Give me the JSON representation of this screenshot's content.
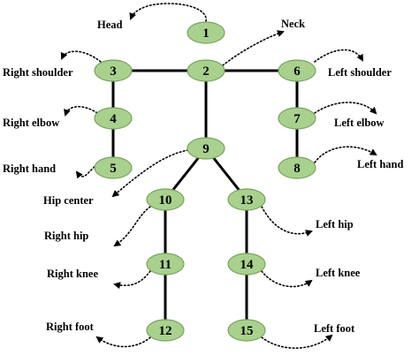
{
  "joints": [
    {
      "id": "1",
      "label": "Head"
    },
    {
      "id": "2",
      "label": "Neck"
    },
    {
      "id": "3",
      "label": "Right shoulder"
    },
    {
      "id": "4",
      "label": "Right elbow"
    },
    {
      "id": "5",
      "label": "Right hand"
    },
    {
      "id": "6",
      "label": "Left shoulder"
    },
    {
      "id": "7",
      "label": "Left elbow"
    },
    {
      "id": "8",
      "label": "Left hand"
    },
    {
      "id": "9",
      "label": "Hip center"
    },
    {
      "id": "10",
      "label": "Right hip"
    },
    {
      "id": "11",
      "label": "Right knee"
    },
    {
      "id": "12",
      "label": "Right foot"
    },
    {
      "id": "13",
      "label": "Left hip"
    },
    {
      "id": "14",
      "label": "Left knee"
    },
    {
      "id": "15",
      "label": "Left foot"
    }
  ],
  "bones": [
    [
      "2",
      "3"
    ],
    [
      "2",
      "6"
    ],
    [
      "2",
      "9"
    ],
    [
      "3",
      "4"
    ],
    [
      "4",
      "5"
    ],
    [
      "6",
      "7"
    ],
    [
      "7",
      "8"
    ],
    [
      "9",
      "10"
    ],
    [
      "9",
      "13"
    ],
    [
      "10",
      "11"
    ],
    [
      "11",
      "12"
    ],
    [
      "13",
      "14"
    ],
    [
      "14",
      "15"
    ]
  ]
}
